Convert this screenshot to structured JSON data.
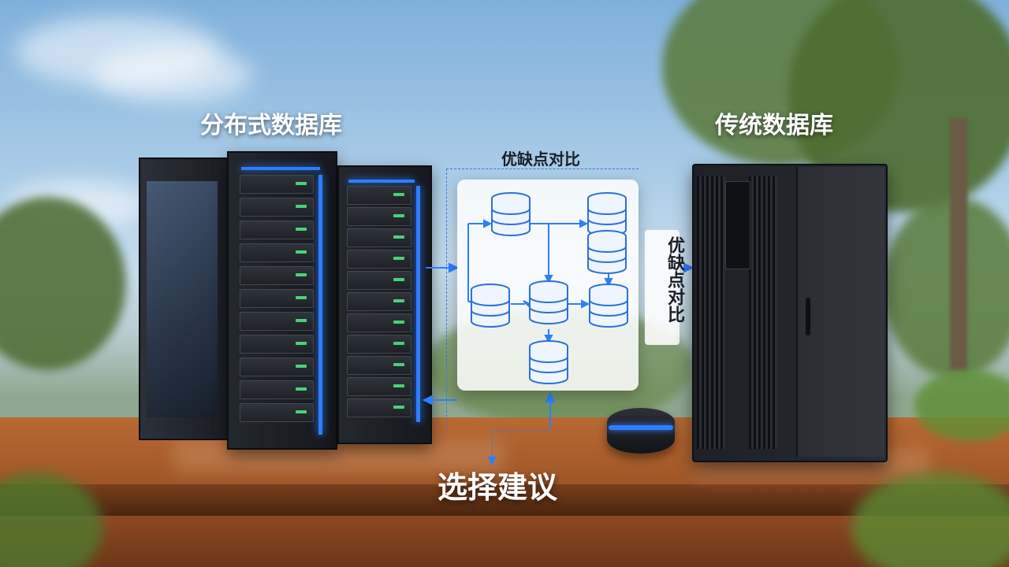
{
  "labels": {
    "distributed_db": "分布式数据库",
    "traditional_db": "传统数据库",
    "pros_cons_top": "优缺点对比",
    "pros_cons_side": "优缺点对比",
    "recommendation": "选择建议"
  },
  "colors": {
    "sky": "#8fbce3",
    "accent_blue": "#2f7dff",
    "table_wood": "#a55a29",
    "rack_dark": "#1a1d22"
  }
}
